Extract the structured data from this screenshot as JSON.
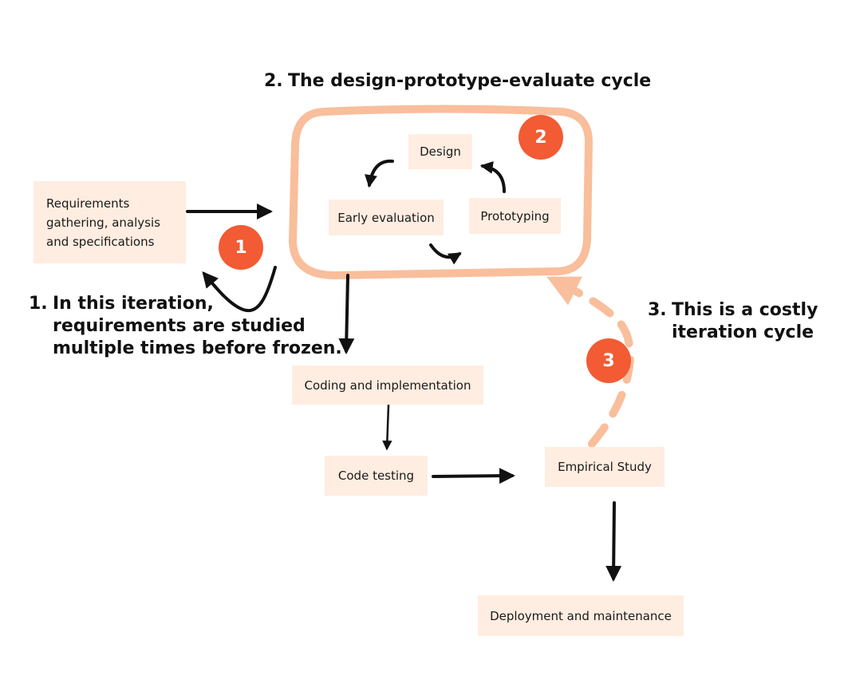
{
  "colors": {
    "node_fill": "#FFEDE1",
    "loop_outline": "#F9BE9B",
    "badge": "#F25B33",
    "arrow": "#111111"
  },
  "nodes": {
    "requirements": "Requirements\ngathering, analysis\nand specifications",
    "design": "Design",
    "early_evaluation": "Early evaluation",
    "prototyping": "Prototyping",
    "coding": "Coding and implementation",
    "code_testing": "Code testing",
    "empirical_study": "Empirical Study",
    "deployment": "Deployment and maintenance"
  },
  "annotations": {
    "a1": {
      "number": "1.",
      "text": "In this iteration,\nrequirements are studied\nmultiple times before frozen."
    },
    "a2": {
      "number": "2.",
      "text": "The design-prototype-evaluate cycle"
    },
    "a3": {
      "number": "3.",
      "text": "This is a costly\niteration cycle"
    }
  },
  "badges": {
    "b1": "1",
    "b2": "2",
    "b3": "3"
  }
}
